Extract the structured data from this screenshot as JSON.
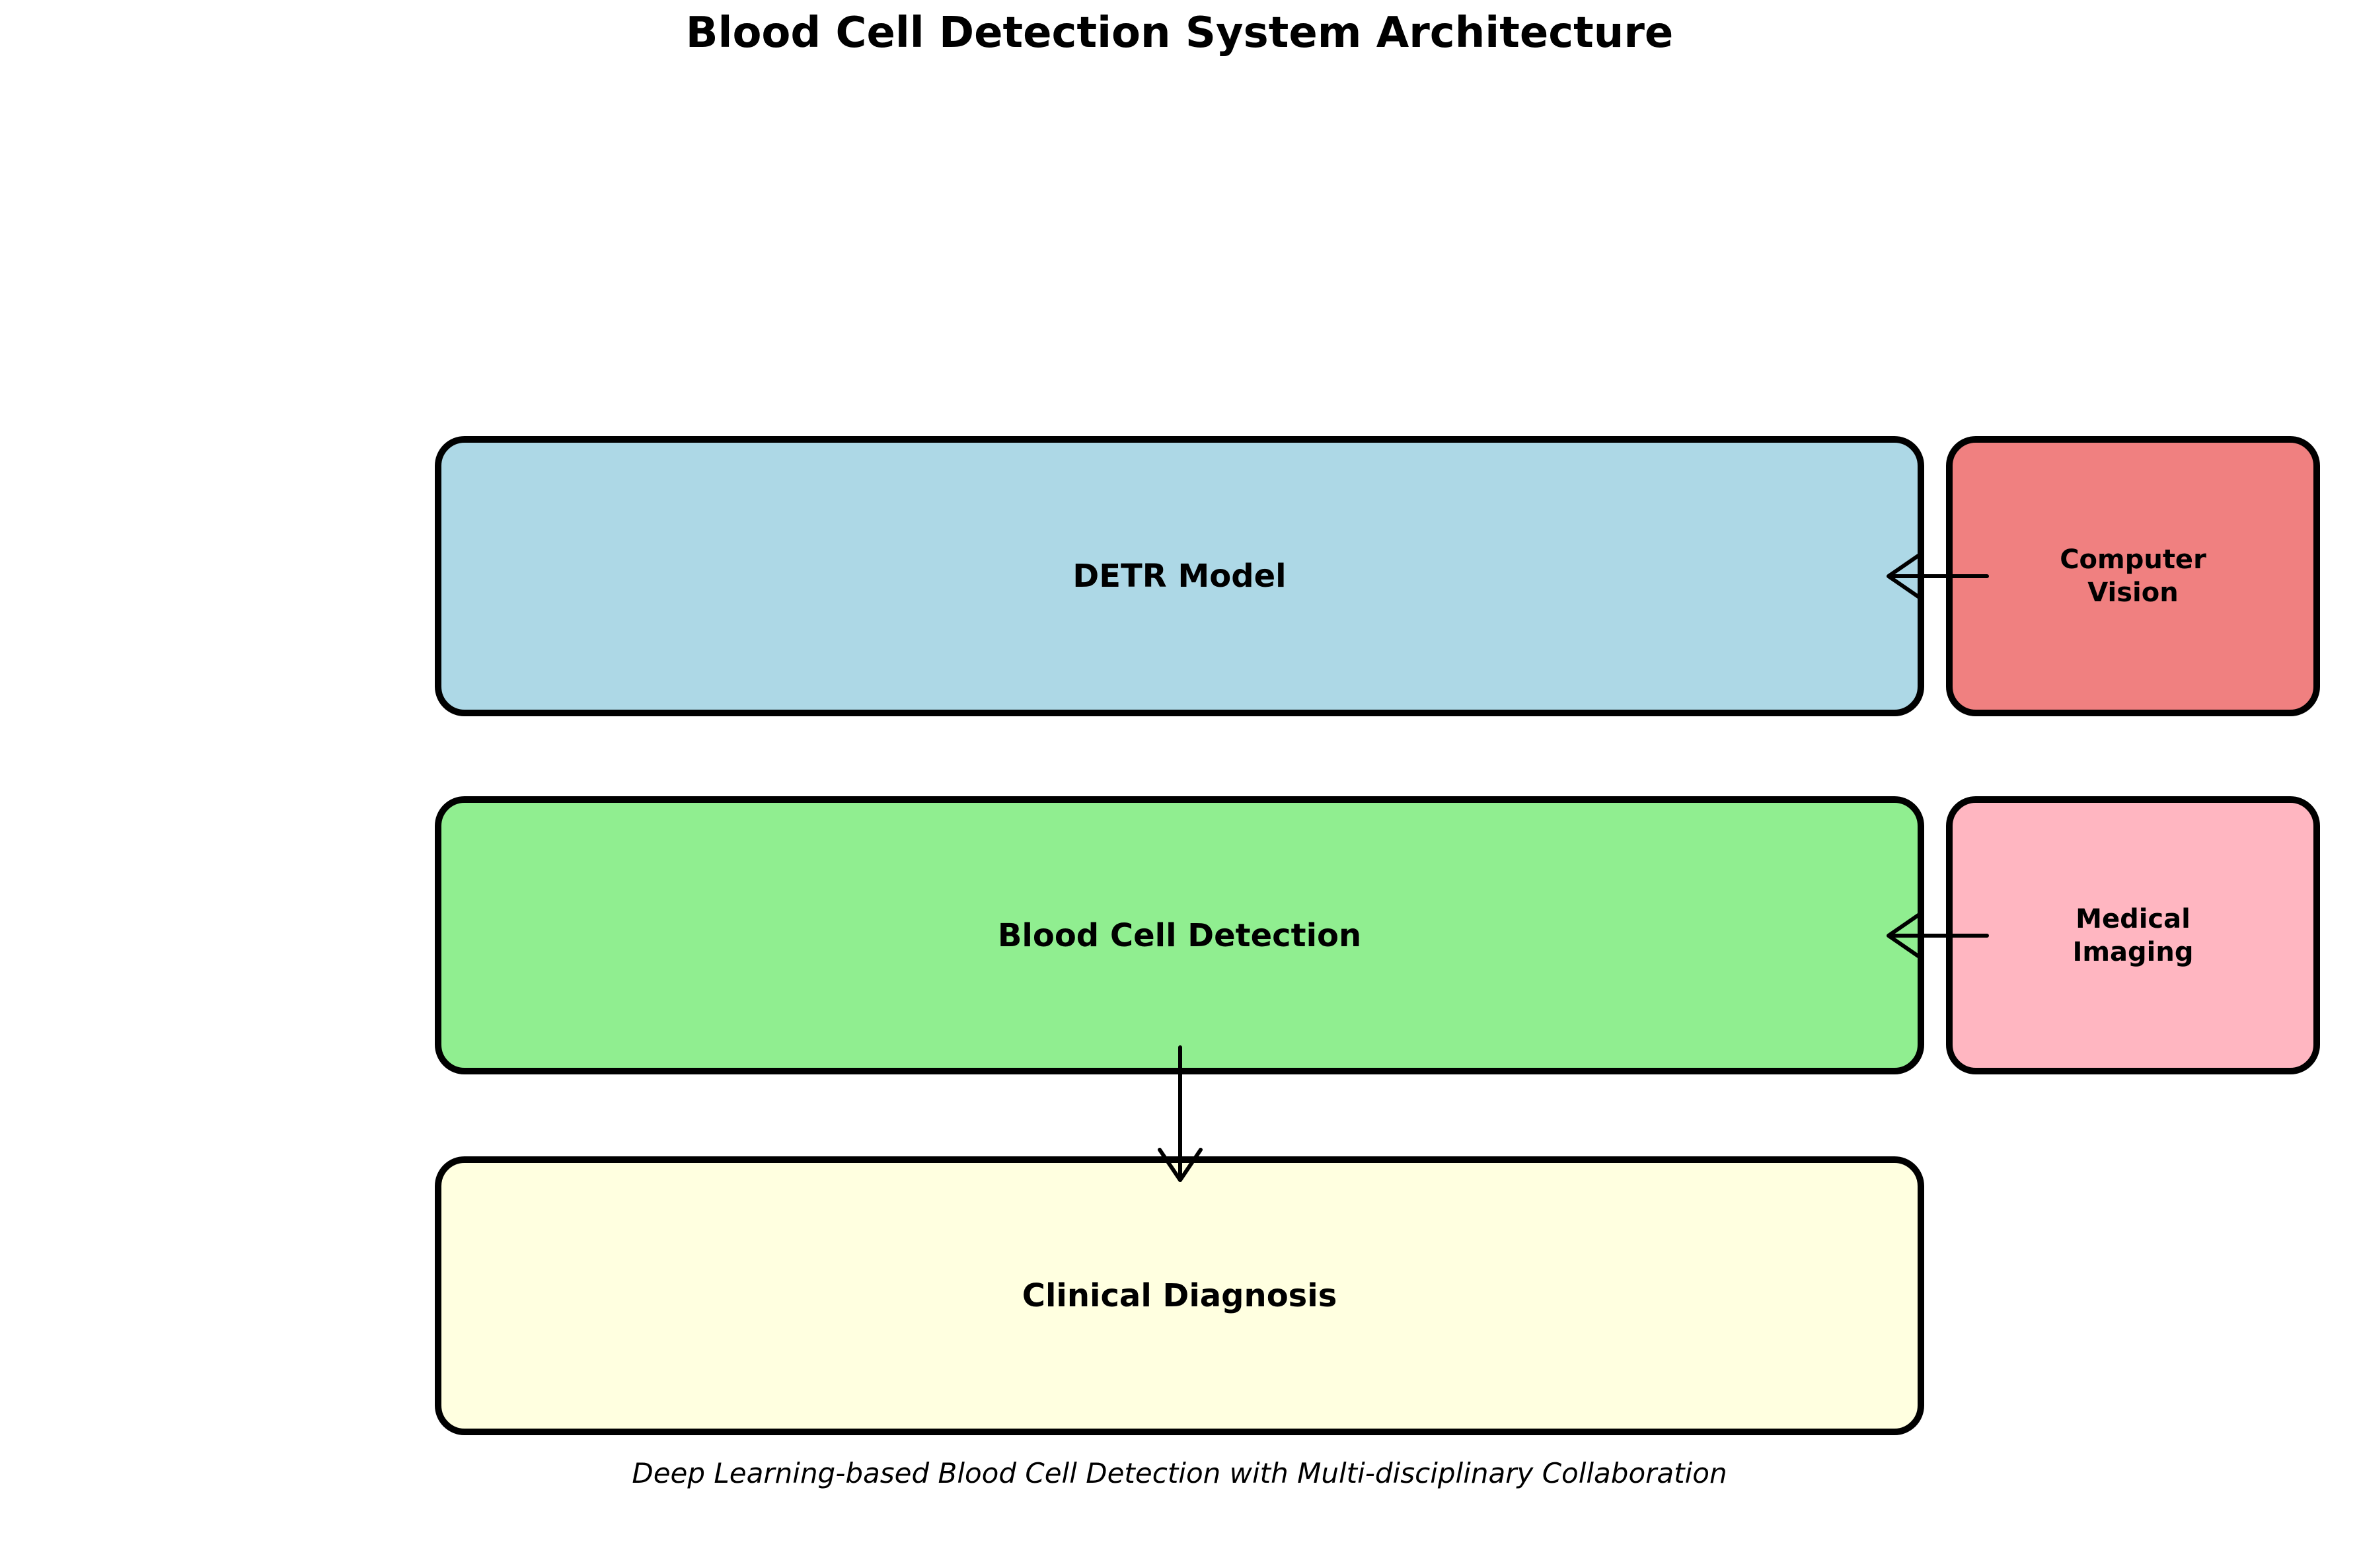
{
  "title": {
    "text": "Blood Cell Detection System Architecture"
  },
  "caption": {
    "text": "Deep Learning-based Blood Cell Detection with Multi-disciplinary Collaboration"
  },
  "colors": {
    "background": "#FFFFFF",
    "box_border": "#000000",
    "arrow": "#000000",
    "text": "#000000",
    "detr_model": "#ADD8E6",
    "computer_vision": "#F08080",
    "blood_cell_detection": "#90EE90",
    "medical_imaging": "#FFB6C1",
    "clinical_diagnosis": "#FFFFE0"
  },
  "nodes": {
    "detr_model": {
      "label": "DETR Model"
    },
    "computer_vision": {
      "label_line1": "Computer",
      "label_line2": "Vision"
    },
    "blood_cell_detection": {
      "label": "Blood Cell Detection"
    },
    "medical_imaging": {
      "label_line1": "Medical",
      "label_line2": "Imaging"
    },
    "clinical_diagnosis": {
      "label": "Clinical Diagnosis"
    }
  },
  "connections": [
    {
      "from": "Computer Vision",
      "to": "DETR Model",
      "direction": "left"
    },
    {
      "from": "Medical Imaging",
      "to": "Blood Cell Detection",
      "direction": "left"
    },
    {
      "from": "Blood Cell Detection",
      "to": "Clinical Diagnosis",
      "direction": "down"
    }
  ]
}
